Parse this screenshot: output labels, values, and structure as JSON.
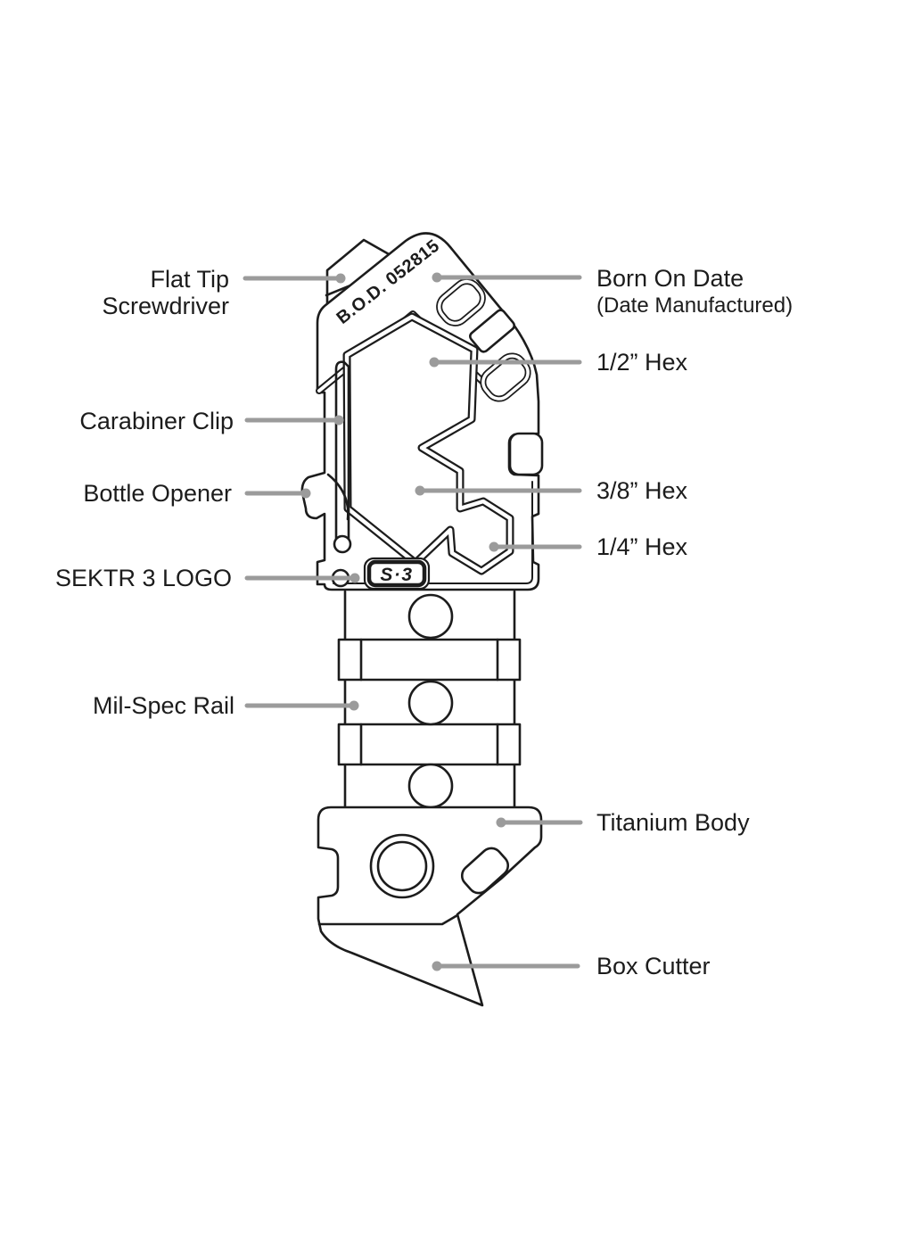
{
  "figure": {
    "background": "#ffffff",
    "line_color": "#1c1c1c",
    "leader_color": "#9b9b9b"
  },
  "tool": {
    "engraving": "B.O.D. 052815",
    "logo": "S·3"
  },
  "callouts_left": {
    "flat_tip_1": "Flat Tip",
    "flat_tip_2": "Screwdriver",
    "carabiner": "Carabiner Clip",
    "bottle_opener": "Bottle Opener",
    "sektr_logo": "SEKTR 3 LOGO",
    "mil_spec": "Mil-Spec Rail"
  },
  "callouts_right": {
    "bod_1": "Born On Date",
    "bod_2": "(Date Manufactured)",
    "hex_half": "1/2” Hex",
    "hex_three_eighths": "3/8” Hex",
    "hex_quarter": "1/4” Hex",
    "titanium": "Titanium Body",
    "box_cutter": "Box Cutter"
  }
}
